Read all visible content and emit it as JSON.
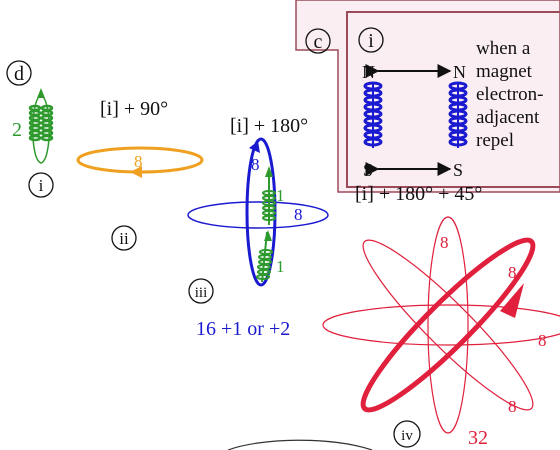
{
  "panel_c": {
    "label": "c",
    "sub_label": "i",
    "pole_n_left": "N",
    "pole_n_right": "N",
    "pole_s_left": "S",
    "pole_s_right": "S",
    "text_lines": [
      "when a",
      "magnet",
      "electron-",
      "adjacent",
      "repel"
    ]
  },
  "panel_d": {
    "label": "d",
    "step_i": {
      "roman": "i",
      "count": "2"
    },
    "step_ii": {
      "roman": "ii",
      "caption": "[i] + 90°",
      "count": "8"
    },
    "step_iii": {
      "roman": "iii",
      "caption": "[i] + 180°",
      "loop_count": "8",
      "ring_count": "8",
      "coil_upper": "1",
      "coil_lower": "1",
      "total": "16 +1 or +2"
    },
    "step_iv": {
      "roman": "iv",
      "caption": "[i] + 180° + 45°",
      "loop_counts": [
        "8",
        "8",
        "8",
        "8"
      ],
      "total": "32"
    }
  },
  "colors": {
    "green": "#2e9a2e",
    "orange": "#f0a020",
    "blue": "#1a1ad0",
    "red": "#e0203c",
    "pink_bg": "#fbeef2",
    "panel_border": "#9b4a5a",
    "text": "#111111"
  }
}
